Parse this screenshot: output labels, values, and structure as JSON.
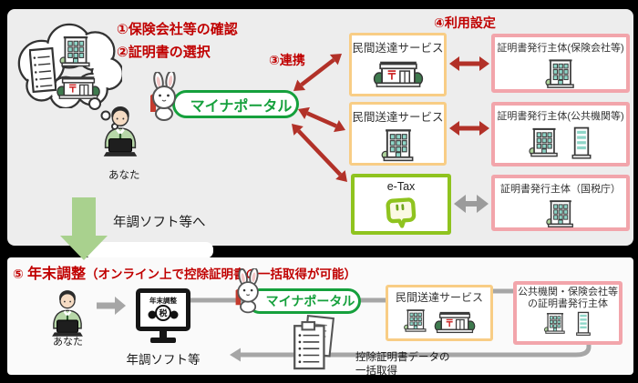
{
  "colors": {
    "accent_red": "#c00000",
    "arrow_red": "#b23128",
    "portal_green": "#15a03c",
    "etax_green": "#8fc31f",
    "box_orange": "#f8cd85",
    "box_pink": "#f2a5ab",
    "connector_gray": "#a6a6a6",
    "flow_arrow_green": "#a9d18e"
  },
  "top": {
    "step1": "①保険会社等の確認",
    "step2": "②証明書の選択",
    "link_label": "③連携",
    "setup_label": "④利用設定",
    "portal": "マイナポータル",
    "you": "あなた",
    "to_software": "年調ソフト等へ",
    "service1": "民間送達サービス",
    "service2": "民間送達サービス",
    "etax": "e-Tax",
    "issuer1": "証明書発行主体(保険会社等)",
    "issuer2": "証明書発行主体(公共機関等)",
    "issuer3": "証明書発行主体（国税庁）"
  },
  "bottom": {
    "step5_num": "⑤",
    "step5_title": "年末調整",
    "step5_note": "（オンライン上で控除証明書の一括取得が可能）",
    "you": "あなた",
    "software": "年調ソフト等",
    "portal": "マイナポータル",
    "service": "民間送達サービス",
    "issuer_line1": "公共機関・保険会社等",
    "issuer_line2": "の証明書発行主体",
    "batch_line1": "控除証明書データの",
    "batch_line2": "一括取得",
    "monitor_title": "年末調整",
    "monitor_tax": "税"
  }
}
